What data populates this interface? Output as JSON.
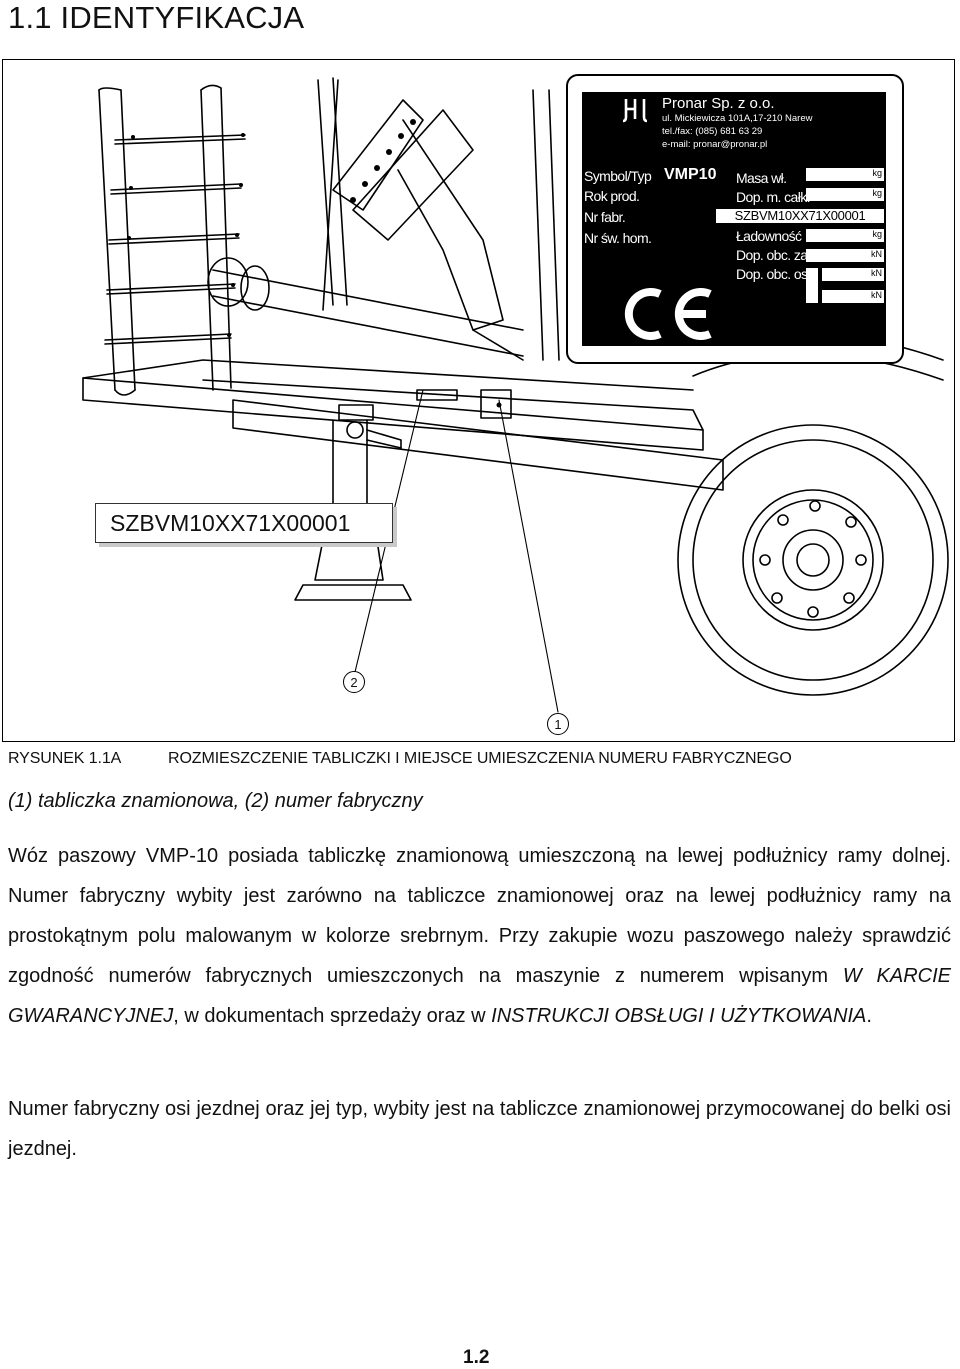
{
  "section_title": "1.1 IDENTYFIKACJA",
  "nameplate": {
    "company_name": "Pronar Sp. z o.o.",
    "address": "ul. Mickiewicza 101A,17-210 Narew",
    "phone": "tel./fax: (085) 681 63 29",
    "email": "e-mail: pronar@pronar.pl",
    "labels_left": [
      "Symbol/Typ",
      "Rok prod.",
      "Nr fabr.",
      "Nr św. hom."
    ],
    "type_value": "VMP10",
    "labels_right": [
      "Masa wł.",
      "Dop. m. całk.",
      "Ładowność",
      "Dop. obc. zacz.",
      "Dop. obc. osi"
    ],
    "units": [
      "kg",
      "kg",
      "kg",
      "kN",
      "kN",
      "kN"
    ],
    "serial_value": "SZBVM10XX71X00001",
    "ce_mark": "CE"
  },
  "serial_stamp": "SZBVM10XX71X00001",
  "callouts": [
    "1",
    "2"
  ],
  "caption": {
    "label": "RYSUNEK 1.1A",
    "text": "ROZMIESZCZENIE TABLICZKI I MIEJSCE UMIESZCZENIA NUMERU FABRYCZNEGO"
  },
  "legend": "(1) tabliczka znamionowa, (2) numer fabryczny",
  "paragraph1": {
    "part1": "Wóz paszowy VMP-10 posiada tabliczkę znamionową umieszczoną na lewej podłużnicy ramy dolnej. Numer fabryczny wybity jest zarówno na tabliczce znamionowej oraz na lewej podłużnicy ramy na prostokątnym polu malowanym w kolorze srebrnym. Przy zakupie wozu paszowego należy sprawdzić zgodność numerów fabrycznych umieszczonych na maszynie z numerem wpisanym ",
    "italic1": "W KARCIE GWARANCYJNEJ",
    "part2": ", w dokumentach sprzedaży oraz w ",
    "italic2": "INSTRUKCJI OBSŁUGI I UŻYTKOWANIA",
    "part3": "."
  },
  "paragraph2": "Numer fabryczny osi jezdnej oraz jej typ, wybity jest na tabliczce znamionowej przymocowanej do belki osi jezdnej.",
  "page_number": "1.2"
}
